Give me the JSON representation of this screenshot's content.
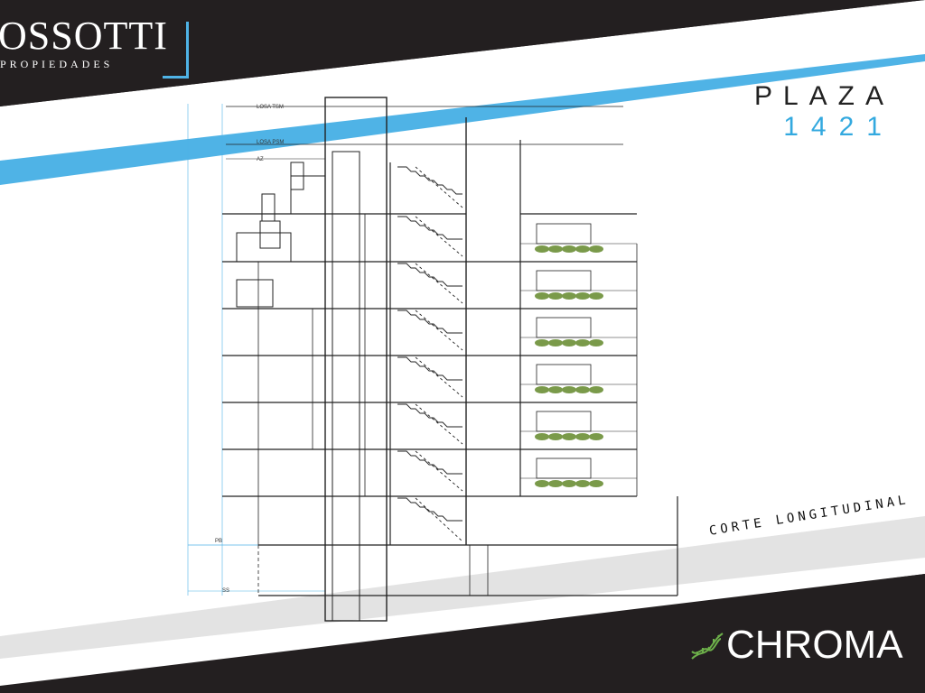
{
  "brand": {
    "name": "OSSOTTI",
    "subtitle": "PROPIEDADES",
    "accent_color": "#4fb3e6"
  },
  "project": {
    "line1": "PLAZA",
    "line2": "1421",
    "line2_color": "#33a9df"
  },
  "drawing": {
    "section_title": "CORTE LONGITUDINAL",
    "levels": {
      "losa_tsm": "LOSA TSM",
      "losa_psm": "LOSA PSM",
      "az": "AZ",
      "pb": "PB",
      "ss": "SS"
    },
    "line_color": "#222222",
    "dimension_color": "#4fb3e6",
    "plant_color": "#7a9a4a"
  },
  "footer": {
    "logo_text": "CHROMA",
    "logo_icon": "dna-helix-icon",
    "logo_icon_color": "#6db04a"
  }
}
